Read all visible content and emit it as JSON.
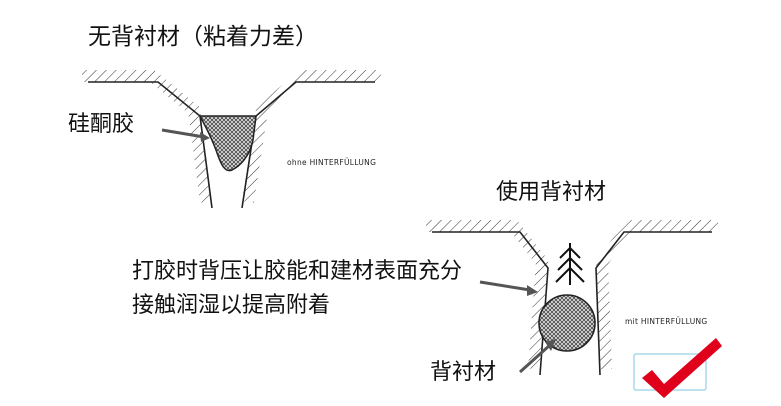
{
  "top_diagram": {
    "title": "无背衬材（粘着力差）",
    "sealant_label": "硅酮胶",
    "caption": "ohne HINTERFÜLLUNG"
  },
  "bottom_diagram": {
    "title": "使用背衬材",
    "explanation": "打胶时背压让胶能和建材表面充分接触润湿以提高附着",
    "backer_label": "背衬材",
    "caption": "mit HINTERFÜLLUNG"
  },
  "check_mark": {
    "icon": "checkmark-icon",
    "color": "#e0001b"
  }
}
